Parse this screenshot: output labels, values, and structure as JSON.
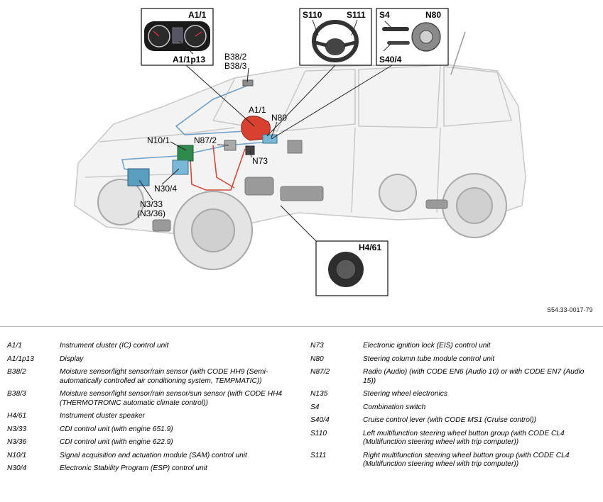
{
  "figure_id": "S54.33-0017-79",
  "callouts": {
    "a11": "A1/1",
    "a11p13": "A1/1p13",
    "s110": "S110",
    "s111": "S111",
    "s4": "S4",
    "n80_box": "N80",
    "s404": "S40/4",
    "b382": "B38/2",
    "b383": "B38/3",
    "a11_car": "A1/1",
    "n80_car": "N80",
    "n101": "N10/1",
    "n872": "N87/2",
    "n73": "N73",
    "n304": "N30/4",
    "n333": "N3/33",
    "n336": "(N3/36)",
    "h461": "H4/61"
  },
  "legend_left": [
    {
      "code": "A1/1",
      "desc": "Instrument cluster (IC) control unit"
    },
    {
      "code": "A1/1p13",
      "desc": "Display"
    },
    {
      "code": "B38/2",
      "desc": "Moisture sensor/light sensor/rain sensor (with CODE HH9 (Semi-automatically controlled air conditioning system, TEMPMATIC))"
    },
    {
      "code": "B38/3",
      "desc": "Moisture sensor/light sensor/rain sensor/sun sensor (with CODE HH4 (THERMOTRONIC automatic climate control))"
    },
    {
      "code": "H4/61",
      "desc": "Instrument cluster speaker"
    },
    {
      "code": "N3/33",
      "desc": "CDI control unit (with engine 651.9)"
    },
    {
      "code": "N3/36",
      "desc": "CDI control unit (with engine 622.9)"
    },
    {
      "code": "N10/1",
      "desc": "Signal acquisition and actuation module (SAM) control unit"
    },
    {
      "code": "N30/4",
      "desc": "Electronic Stability Program (ESP) control unit"
    }
  ],
  "legend_right": [
    {
      "code": "N73",
      "desc": "Electronic ignition lock (EIS) control unit"
    },
    {
      "code": "N80",
      "desc": "Steering column tube module control unit"
    },
    {
      "code": "N87/2",
      "desc": "Radio (Audio) (with CODE EN6 (Audio 10) or with CODE EN7 (Audio 15))"
    },
    {
      "code": "N135",
      "desc": "Steering wheel electronics"
    },
    {
      "code": "S4",
      "desc": "Combination switch"
    },
    {
      "code": "S40/4",
      "desc": "Cruise control lever (with CODE MS1 (Cruise control))"
    },
    {
      "code": "S110",
      "desc": "Left multifunction steering wheel button group (with CODE CL4 (Multifunction steering wheel with trip computer))"
    },
    {
      "code": "S111",
      "desc": "Right multifunction steering wheel button group (with CODE CL4 (Multifunction steering wheel with trip computer))"
    }
  ]
}
